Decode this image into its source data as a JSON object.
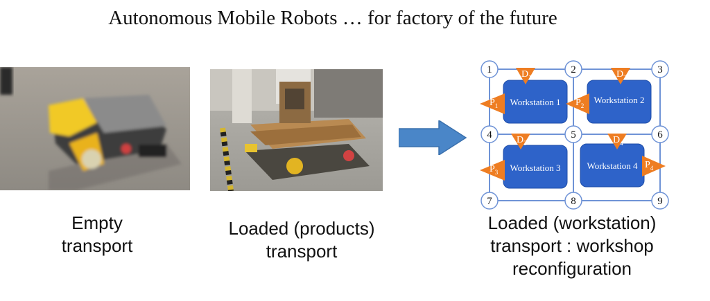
{
  "title": "Autonomous Mobile Robots … for factory of the future",
  "panels": {
    "empty": {
      "caption_line1": "Empty",
      "caption_line2": "transport"
    },
    "loaded": {
      "caption_line1": "Loaded (products)",
      "caption_line2": "transport"
    },
    "workstation": {
      "caption_line1": "Loaded (workstation)",
      "caption_line2": "transport : workshop",
      "caption_line3": "reconfiguration"
    }
  },
  "grid": {
    "nodes": [
      "1",
      "2",
      "3",
      "4",
      "5",
      "6",
      "7",
      "8",
      "9"
    ],
    "workstations": [
      "Workstation 1",
      "Workstation 2",
      "Workstation 3",
      "Workstation 4"
    ],
    "deliveries": [
      {
        "letter": "D",
        "sub": "1"
      },
      {
        "letter": "D",
        "sub": "2"
      },
      {
        "letter": "D",
        "sub": "3"
      },
      {
        "letter": "D",
        "sub": "4"
      }
    ],
    "pickups": [
      {
        "letter": "P",
        "sub": "1"
      },
      {
        "letter": "P",
        "sub": "2"
      },
      {
        "letter": "P",
        "sub": "3"
      },
      {
        "letter": "P",
        "sub": "4"
      }
    ],
    "colors": {
      "workstation": "#2e63c9",
      "marker": "#ee7d22",
      "line": "#6f93d6",
      "arrow": "#4a86c8"
    }
  }
}
